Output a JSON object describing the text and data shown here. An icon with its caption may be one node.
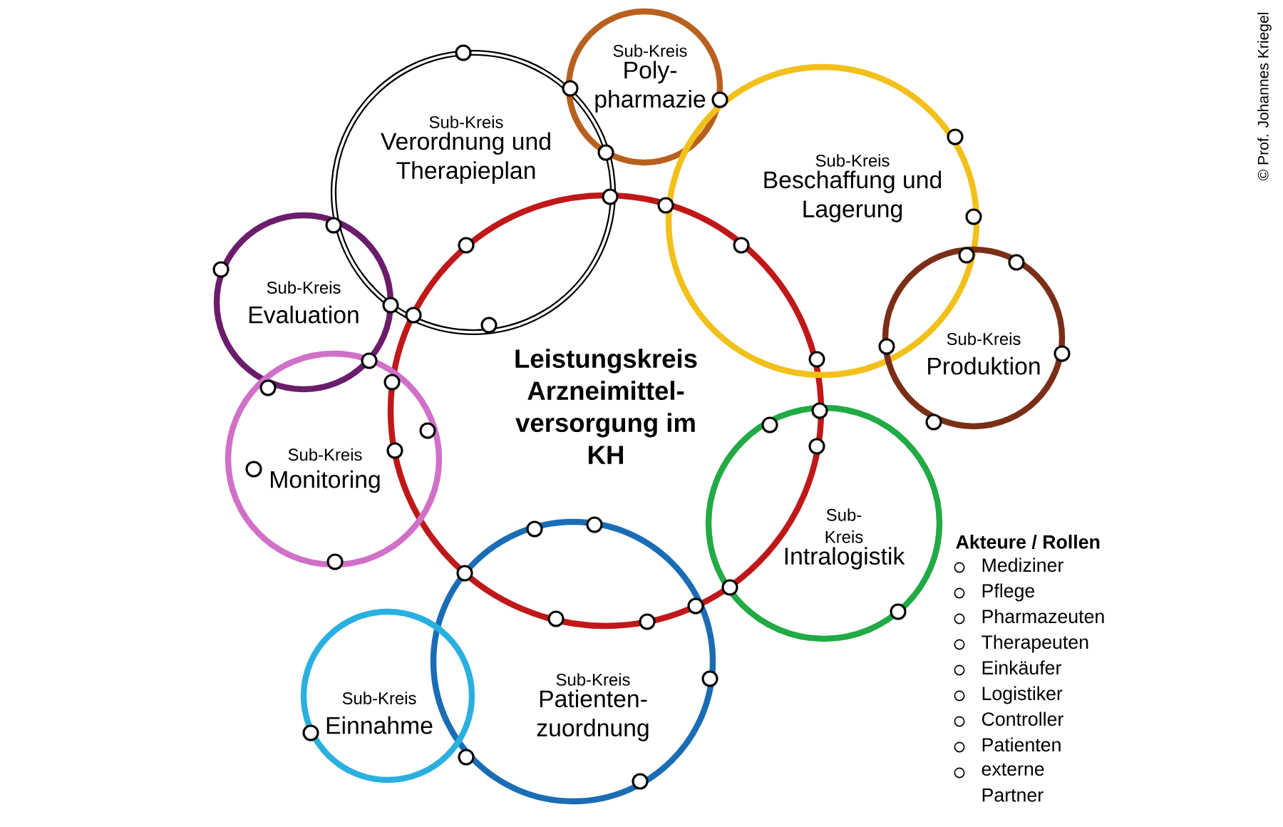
{
  "diagram": {
    "nodes": [
      {
        "text": [
          "Leistungskreis Arzneimittel-versorgung im KH"
        ]
      },
      {
        "text": [
          "Sub-Kreis",
          "Verordnung und Therapieplan"
        ]
      },
      {
        "text": [
          "Sub-Kreis",
          "Poly-pharmazie"
        ]
      },
      {
        "text": [
          "Sub-Kreis",
          "Beschaffung und Lagerung"
        ]
      },
      {
        "text": [
          "Sub-Kreis",
          "Evaluation"
        ]
      },
      {
        "text": [
          "Sub-Kreis",
          "Monitoring"
        ]
      },
      {
        "text": [
          "Sub-Kreis",
          "Produktion"
        ]
      },
      {
        "text": [
          "Sub-Kreis",
          "Intralogistik"
        ]
      },
      {
        "text": [
          "Sub-Kreis",
          "Patienten-zuordnung"
        ]
      },
      {
        "text": [
          "Sub-Kreis",
          "Einnahme"
        ]
      }
    ],
    "labels": [
      "Akteure / Rollen",
      "© Prof. Johannes Kriegel"
    ],
    "legend": [
      {
        "text": "Mediziner"
      },
      {
        "text": "Pflege"
      },
      {
        "text": "Pharmazeuten"
      },
      {
        "text": "Therapeuten"
      },
      {
        "text": "Einkäufer"
      },
      {
        "text": "Logistiker"
      },
      {
        "text": "Controller"
      },
      {
        "text": "Patienten"
      },
      {
        "text": "externe Partner"
      }
    ]
  }
}
